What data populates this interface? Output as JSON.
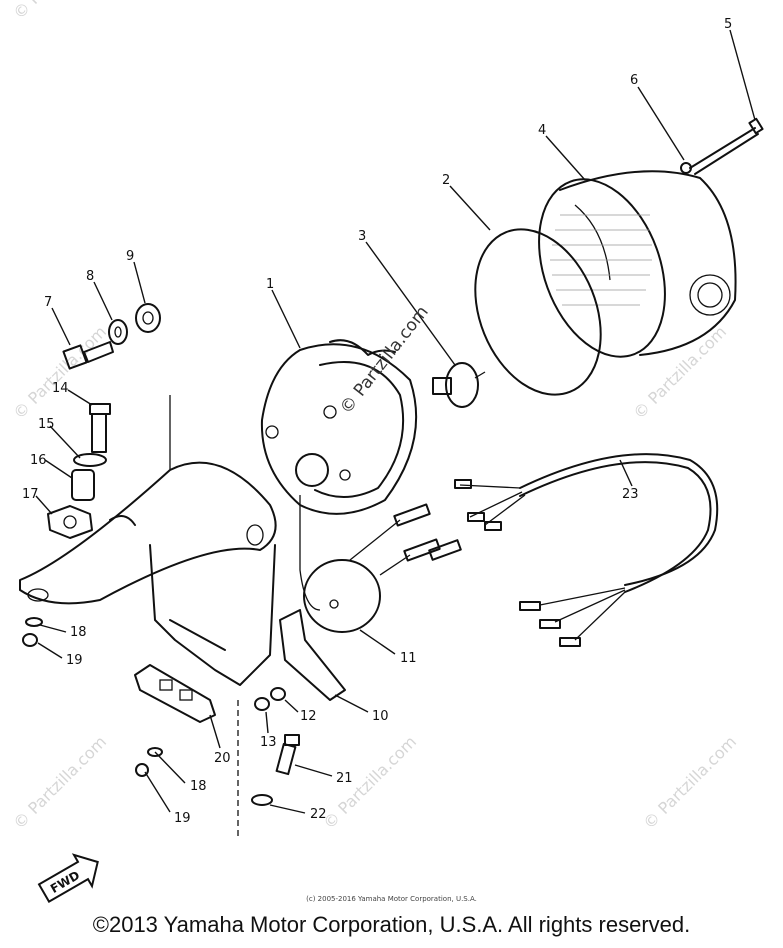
{
  "callouts": {
    "c1": "1",
    "c2": "2",
    "c3": "3",
    "c4": "4",
    "c5": "5",
    "c6": "6",
    "c7": "7",
    "c8": "8",
    "c9": "9",
    "c10": "10",
    "c11": "11",
    "c12": "12",
    "c13": "13",
    "c14": "14",
    "c15": "15",
    "c16": "16",
    "c17": "17",
    "c18a": "18",
    "c18b": "18",
    "c19a": "19",
    "c19b": "19",
    "c20": "20",
    "c21": "21",
    "c22": "22",
    "c23": "23"
  },
  "watermark": {
    "center": "© Partzilla.com",
    "repeat": "© Partzilla.com"
  },
  "fwd_label": "FWD",
  "small_copyright": "(c) 2005-2016 Yamaha Motor Corporation, U.S.A.",
  "footer_copyright": "©2013 Yamaha Motor Corporation, U.S.A. All rights reserved."
}
